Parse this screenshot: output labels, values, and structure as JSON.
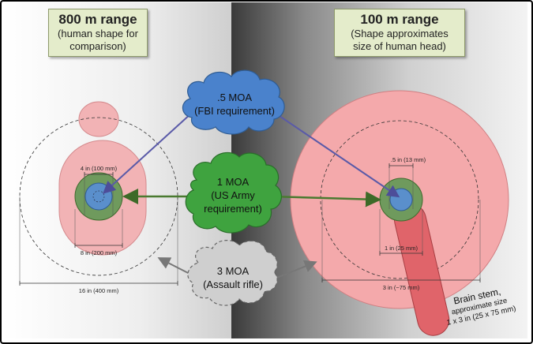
{
  "left_panel": {
    "title": "800 m range",
    "subtitle_line1": "(human shape for",
    "subtitle_line2": "comparison)"
  },
  "right_panel": {
    "title": "100 m range",
    "subtitle_line1": "(Shape approximates",
    "subtitle_line2": "size of human head)"
  },
  "clouds": {
    "half_moa": {
      "line1": ".5 MOA",
      "line2": "(FBI requirement)",
      "color": "#4a82cc"
    },
    "one_moa": {
      "line1": "1 MOA",
      "line2": "(US Army",
      "line3": "requirement)",
      "color": "#3fa33f"
    },
    "three_moa": {
      "line1": "3 MOA",
      "line2": "(Assault rifle)",
      "color": "#cfcfcf"
    }
  },
  "left_dimensions": {
    "d1": "4 in (100 mm)",
    "d2": "8 in (200 mm)",
    "d3": "16 in (400 mm)"
  },
  "right_dimensions": {
    "d1": ".5 in (13 mm)",
    "d2": "1 in (25 mm)",
    "d3": "3 in (~75 mm)"
  },
  "brain_stem": {
    "line1": "Brain stem,",
    "line2": "approximate size",
    "line3": "1 x 3 in (25 x 75 mm)"
  },
  "colors": {
    "target_pink": "#f2b3b5",
    "head_pink": "#f4a9ab",
    "ring_green": "#6f9a5d",
    "center_blue": "#5a8fcc",
    "arrow_blue": "#5a5aa8",
    "arrow_green": "#4a7a30",
    "arrow_gray": "#777777",
    "brain_stem_red": "#e0646a"
  }
}
